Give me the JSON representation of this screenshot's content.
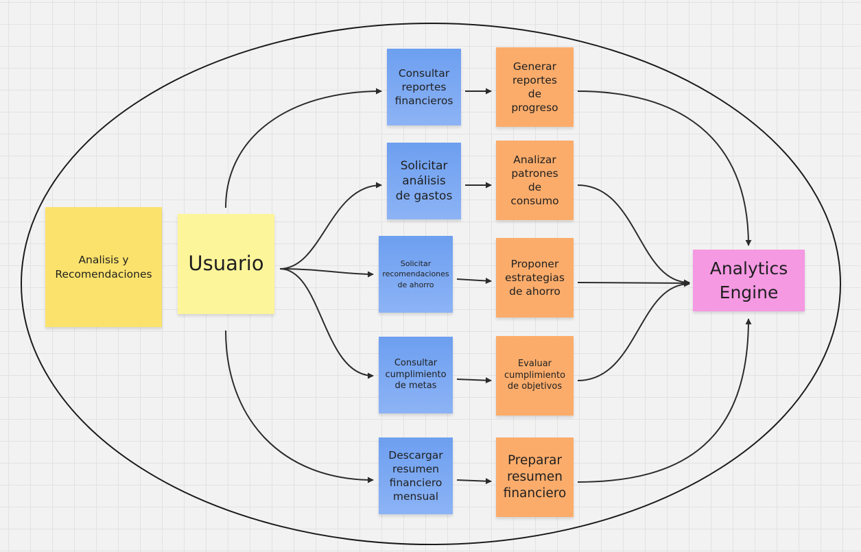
{
  "diagram": {
    "context_note": "Analisis y\nRecomendaciones",
    "actor": "Usuario",
    "system": "Analytics\nEngine",
    "requests": [
      "Consultar\nreportes\nfinancieros",
      "Solicitar\nanálisis\nde gastos",
      "Solicitar\nrecomendaciones\nde ahorro",
      "Consultar\ncumplimiento\nde metas",
      "Descargar\nresumen\nfinanciero\nmensual"
    ],
    "actions": [
      "Generar\nreportes\nde\nprogreso",
      "Analizar\npatrones\nde\nconsumo",
      "Proponer\nestrategias\nde ahorro",
      "Evaluar\ncumplimiento\nde objetivos",
      "Preparar\nresumen\nfinanciero"
    ]
  },
  "colors": {
    "context_note": "#fbe26c",
    "actor_note": "#fdf59a",
    "request_note": "#7ea9f2",
    "action_note": "#fbac6b",
    "system_note": "#f599e3",
    "connector": "#2b2b2b",
    "boundary": "#1a1a1a"
  }
}
